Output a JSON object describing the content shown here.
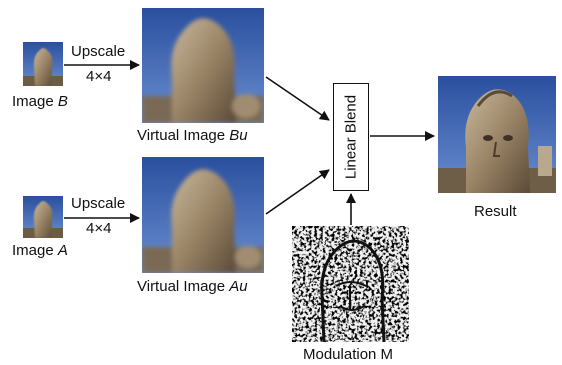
{
  "image_b_label": {
    "prefix": "Image ",
    "var": "B"
  },
  "image_a_label": {
    "prefix": "Image ",
    "var": "A"
  },
  "upscale_top": {
    "label": "Upscale",
    "factor": "4×4"
  },
  "upscale_bottom": {
    "label": "Upscale",
    "factor": "4×4"
  },
  "virtual_b_label": {
    "prefix": "Virtual Image ",
    "var": "Bu"
  },
  "virtual_a_label": {
    "prefix": "Virtual Image ",
    "var": "Au"
  },
  "blend_label": "Linear Blend",
  "modulation_label": "Modulation M",
  "result_label": "Result"
}
